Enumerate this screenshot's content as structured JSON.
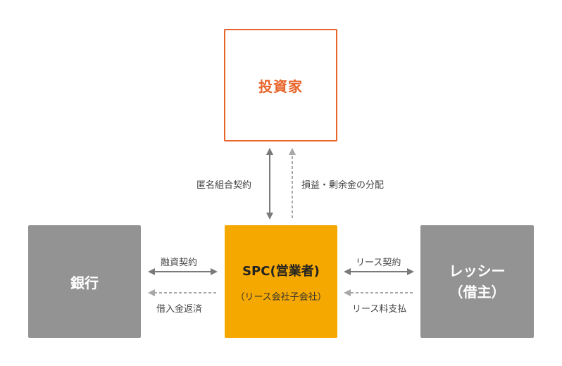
{
  "investor": {
    "label": "投資家"
  },
  "bank": {
    "label": "銀行"
  },
  "spc": {
    "label": "SPC(営業者)",
    "sublabel": "（リース会社子会社）"
  },
  "lessee": {
    "label_line1": "レッシー",
    "label_line2": "（借主）"
  },
  "flows": {
    "anonymous_partnership": "匿名組合契約",
    "profit_distribution": "損益・剰余金の分配",
    "loan_agreement": "融資契約",
    "loan_repayment": "借入金返済",
    "lease_agreement": "リース契約",
    "lease_payment": "リース料支払"
  },
  "colors": {
    "investor_accent": "#E8642A",
    "spc_fill": "#F5A800",
    "party_fill": "#939393",
    "solid_arrow": "#7a7a7a",
    "dashed_arrow": "#a8a8a8"
  }
}
